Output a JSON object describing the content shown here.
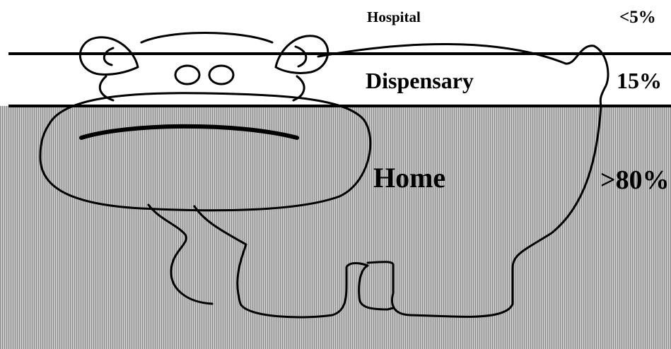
{
  "levels": [
    {
      "label": "Hospital",
      "percent": "<5%"
    },
    {
      "label": "Dispensary",
      "percent": "15%"
    },
    {
      "label": "Home",
      "percent": ">80%"
    }
  ],
  "colors": {
    "home_zone_fill": "#bcbcbc",
    "line": "#000000",
    "background": "#ffffff"
  },
  "illustration": "hippo-icon"
}
